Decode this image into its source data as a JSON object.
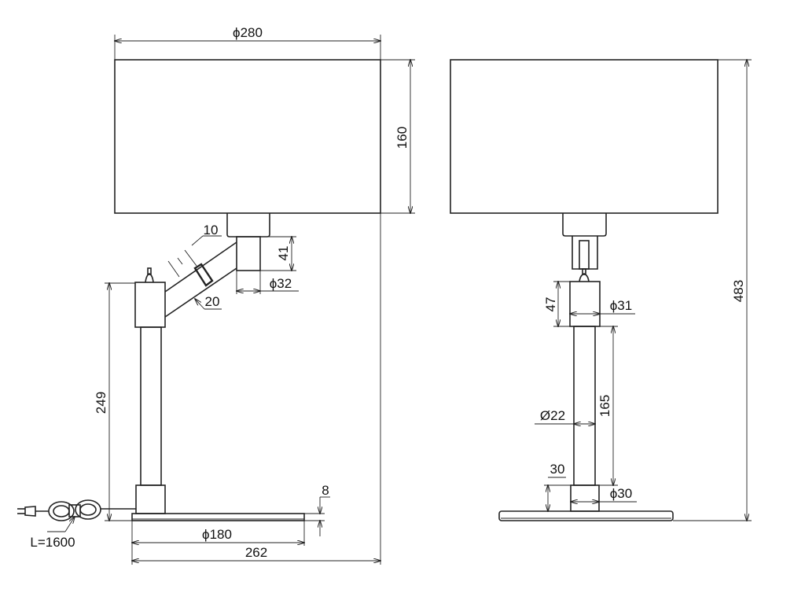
{
  "views": {
    "side": {
      "dims": {
        "shade_diameter": "ϕ280",
        "shade_height": "160",
        "arm_ring": "10",
        "arm_diameter": "20",
        "socket_height": "41",
        "socket_diameter": "ϕ32",
        "switch_height": "249",
        "base_thickness": "8",
        "base_diameter": "ϕ180",
        "total_depth": "262",
        "cord_length": "L=1600"
      }
    },
    "front": {
      "dims": {
        "total_height": "483",
        "head_height": "47",
        "head_diameter": "ϕ31",
        "pole_length": "165",
        "pole_diameter": "Ø22",
        "foot_height": "30",
        "foot_diameter": "ϕ30"
      }
    }
  },
  "colors": {
    "line": "#222222",
    "background": "#ffffff"
  }
}
